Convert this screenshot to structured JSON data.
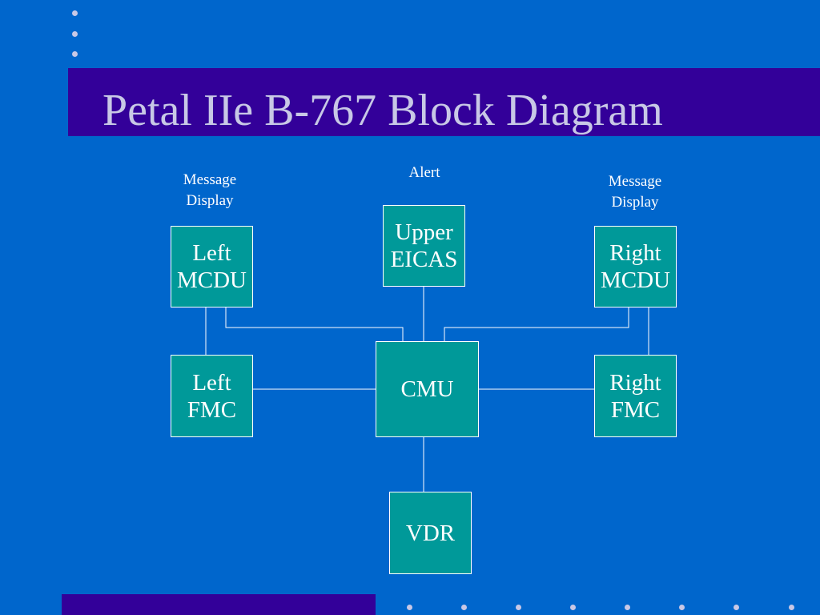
{
  "theme": {
    "background": "#0066cc",
    "band": "#330099",
    "block_fill": "#009999",
    "title_color": "#c8c8e6",
    "line_color": "#ffffff",
    "dot_color": "#c8c8e6"
  },
  "slide": {
    "title": "Petal IIe B-767 Block Diagram"
  },
  "captions": {
    "left_message": "Message\nDisplay",
    "alert": "Alert",
    "right_message": "Message\nDisplay"
  },
  "blocks": {
    "left_mcdu": "Left\nMCDU",
    "upper_eicas": "Upper\nEICAS",
    "right_mcdu": "Right\nMCDU",
    "left_fmc": "Left\nFMC",
    "cmu": "CMU",
    "right_fmc": "Right\nFMC",
    "vdr": "VDR"
  }
}
